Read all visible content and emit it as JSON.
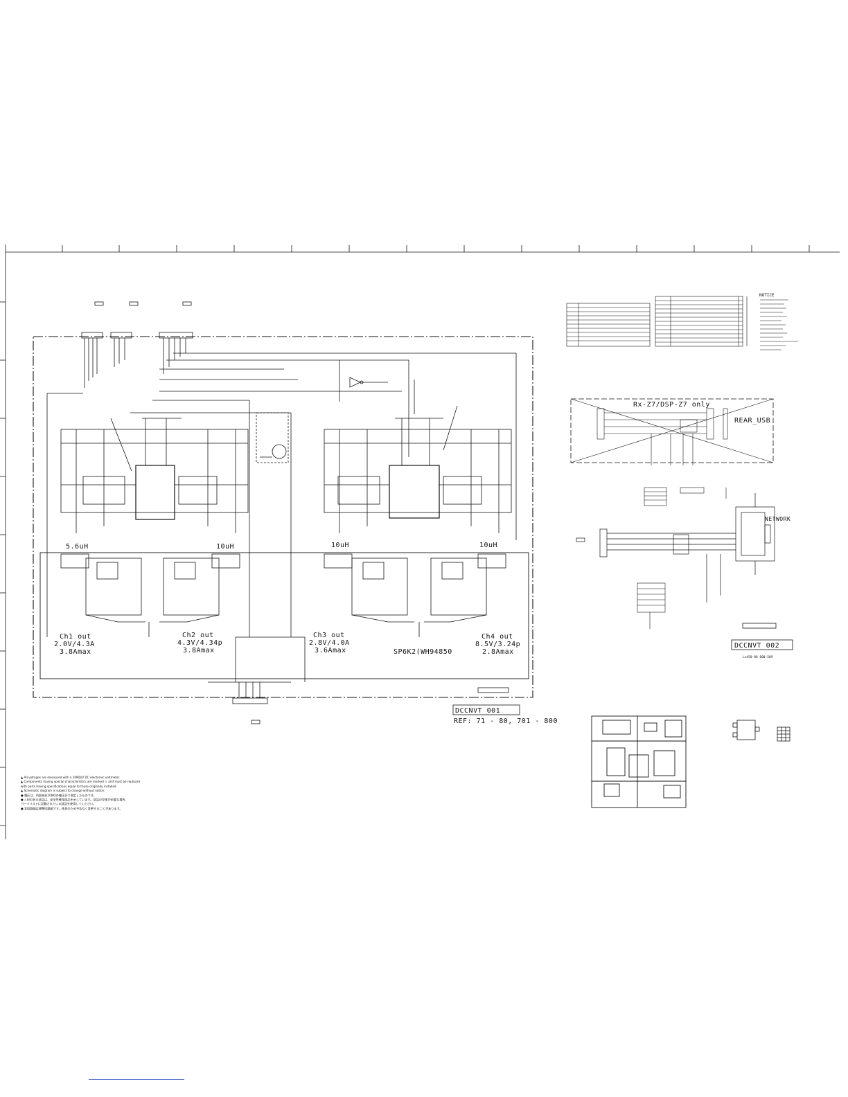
{
  "colors": {
    "ink": "#111111",
    "paper": "#ffffff",
    "link_rule": "#3355cc"
  },
  "labels": {
    "inductor_ch1": "5.6uH",
    "inductor_ch2": "10uH",
    "inductor_ch3": "10uH",
    "inductor_ch4": "10uH",
    "ch1_out": "Ch1 out",
    "ch1_spec": "2.0V/4.3A",
    "ch1_max": "3.8Amax",
    "ch2_out": "Ch2 out",
    "ch2_spec": "4.3V/4.34p",
    "ch2_max": "3.8Amax",
    "ch3_out": "Ch3 out",
    "ch3_spec": "2.8V/4.0A",
    "ch3_max": "3.6Amax",
    "ch4_out": "Ch4 out",
    "ch4_spec": "8.5V/3.24p",
    "ch4_max": "2.8Amax",
    "ic_part": "SP6K2(WH94850",
    "title_box_1": "DCCNVT 001",
    "ref_1": "REF: 71 - 80, 701 - 800",
    "title_box_2": "DCCNVT 002",
    "ref_2": "Lo450-88 800-509",
    "usb_header": "Rx-Z7/DSP-Z7 only",
    "rear_usb": "REAR_USB",
    "network": "NETWORK",
    "notice_title": "NOTICE"
  },
  "notes": [
    "▲ All voltages are measured with a 10MΩ/V DC electronic voltmeter.",
    "▲ Components having special characteristics are marked ⚠ and must be replaced",
    "   with parts having specifications equal to those originally installed.",
    "▲ Schematic diagram is subject to change without notice.",
    "",
    "● 電圧は、内部抵抗10MΩの電圧計で測定したものです。",
    "● ⚠印のある部品は、安全性確保部品を示しています。部品の交換が必要な場合、",
    "   パーツリストに記載されている部品を使用してください。",
    "● 本回路図は標準回路図です。改良のため予告なく変更することがあります。"
  ]
}
